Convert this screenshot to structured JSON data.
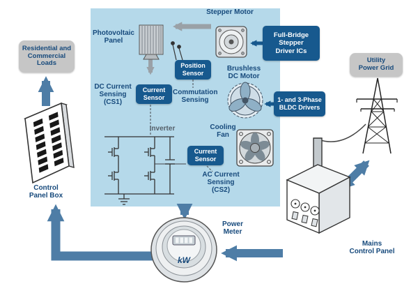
{
  "colors": {
    "panel-bg": "#b5d9ea",
    "badge-blue": "#17598e",
    "badge-gray": "#c6c6c6",
    "text-navy": "#174a7c",
    "arrow-blue": "#4e7da6",
    "arrow-gray": "#9aa1a7",
    "inverter-label": "#55606a"
  },
  "system": {
    "stepper_motor": "Stepper Motor",
    "photovoltaic_panel": "Photovoltaic\nPanel",
    "full_bridge_driver": "Full-Bridge\nStepper\nDriver ICs",
    "position_sensor": "Position\nSensor",
    "brushless_dc_motor": "Brushless\nDC Motor",
    "bldc_drivers": "1- and 3-Phase\nBLDC Drivers",
    "dc_current_sensing": "DC Current\nSensing\n(CS1)",
    "current_sensor_1": "Current\nSensor",
    "commutation_sensing": "Commutation\nSensing",
    "cooling_fan": "Cooling\nFan",
    "inverter": "Inverter",
    "current_sensor_2": "Current\nSensor",
    "ac_current_sensing": "AC Current\nSensing\n(CS2)"
  },
  "external": {
    "residential_loads": "Residential and\nCommercial\nLoads",
    "utility_power_grid": "Utility\nPower Grid",
    "control_panel_box": "Control\nPanel Box",
    "power_meter": "Power\nMeter",
    "power_meter_unit": "kW",
    "mains_control_panel": "Mains\nControl Panel"
  },
  "icons": {
    "photovoltaic-panel-icon": "striped solar PV collector",
    "stepper-motor-icon": "stepper motor end view",
    "position-sensor-probe-icon": "two-lead sensor probes",
    "bldc-motor-icon": "three-blade brushless DC motor",
    "cooling-fan-icon": "axial cooling fan",
    "inverter-circuit-icon": "four-MOSFET H-bridge with capacitor",
    "power-grid-tower-icon": "high-voltage transmission tower",
    "control-panel-box-icon": "panel box with terminal slots",
    "power-meter-icon": "round utility power meter",
    "mains-control-panel-icon": "enclosure with gauges and switches"
  }
}
